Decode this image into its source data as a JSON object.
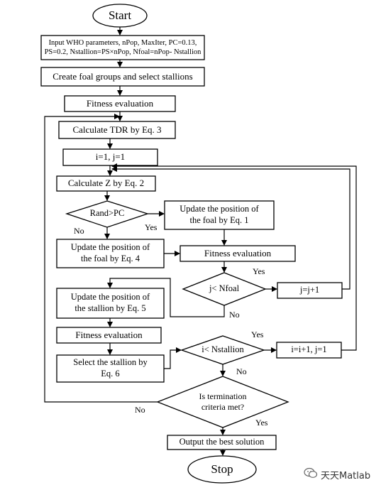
{
  "nodes": {
    "start": "Start",
    "input": "Input WHO parameters, nPop, MaxIter, PC=0.13,\nPS=0.2, Nstallion=PS×nPop, Nfoal=nPop- Nstallion",
    "create_groups": "Create foal groups and select stallions",
    "fitness_1": "Fitness evaluation",
    "calc_tdr": "Calculate TDR by Eq. 3",
    "init_ij": "i=1, j=1",
    "calc_z": "Calculate Z by Eq. 2",
    "rand_pc": "Rand>PC",
    "update_foal_eq1": "Update the position of\nthe foal by Eq. 1",
    "update_foal_eq4": "Update the position of\nthe foal by Eq. 4",
    "fitness_2": "Fitness evaluation",
    "j_nfoal": "j< Nfoal",
    "j_inc": "j=j+1",
    "update_stallion_eq5": "Update the position of\nthe stallion by Eq. 5",
    "fitness_3": "Fitness evaluation",
    "select_stallion": "Select the stallion by\nEq. 6",
    "i_nstallion": "i< Nstallion",
    "i_inc": "i=i+1, j=1",
    "termination": "Is termination\ncriteria met?",
    "output": "Output the best solution",
    "stop": "Stop"
  },
  "edge_labels": {
    "rand_no": "No",
    "rand_yes": "Yes",
    "jn_yes": "Yes",
    "jn_no": "No",
    "in_yes": "Yes",
    "in_no": "No",
    "term_no": "No",
    "term_yes": "Yes"
  },
  "watermark": {
    "icon": "wechat-icon",
    "text": "天天Matlab"
  }
}
